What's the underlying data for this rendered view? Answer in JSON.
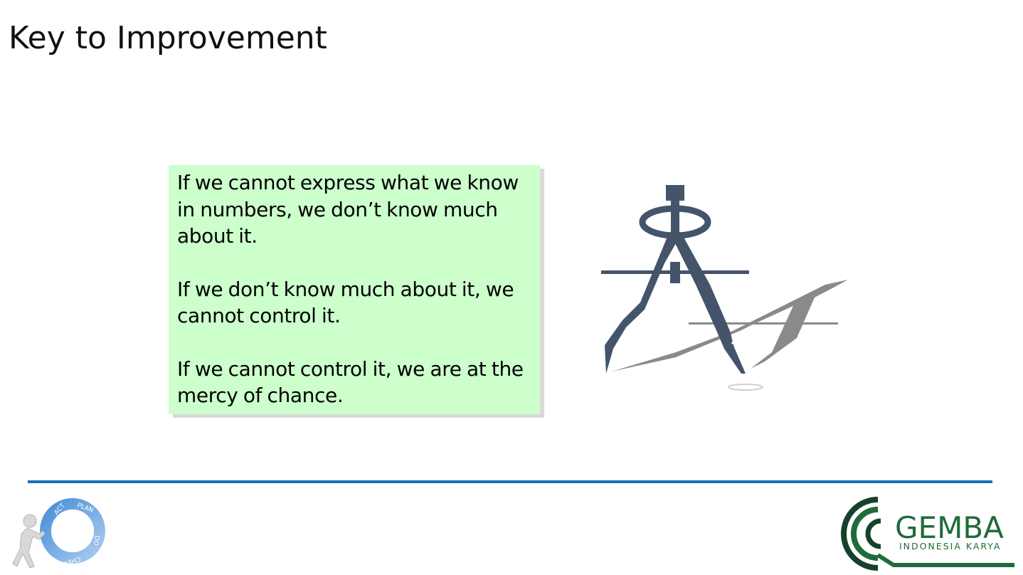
{
  "slide": {
    "title": "Key to Improvement"
  },
  "quote": {
    "paragraphs": [
      "If we cannot express what we know in numbers, we don’t know much about it.",
      "If we don’t know much about it, we cannot control it.",
      "If we cannot control it, we are at the mercy of chance."
    ]
  },
  "pdca_logo": {
    "labels": [
      "PLAN",
      "DO",
      "CHECK",
      "ACT"
    ]
  },
  "gemba_logo": {
    "name": "GEMBA",
    "tagline": "INDONESIA KARYA"
  },
  "colors": {
    "box_fill": "#ccffcc",
    "divider": "#1a6fba",
    "compass": "#44546a",
    "logo_green": "#1f6b3a"
  }
}
